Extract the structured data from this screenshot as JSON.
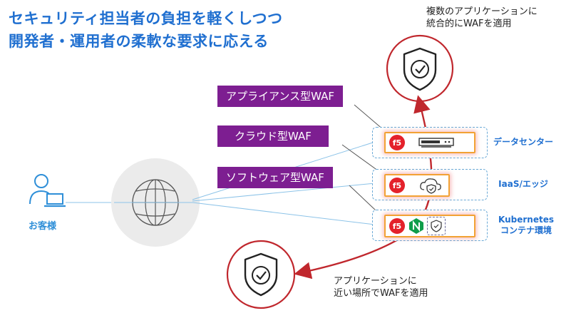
{
  "headline": {
    "line1": "セキュリティ担当者の負担を軽くしつつ",
    "line2": "開発者・運用者の柔軟な要求に応える"
  },
  "notes": {
    "top": [
      "複数のアプリケーションに",
      "統合的にWAFを適用"
    ],
    "bottom": [
      "アプリケーションに",
      "近い場所でWAFを適用"
    ]
  },
  "waf_types": [
    "アプライアンス型WAF",
    "クラウド型WAF",
    "ソフトウェア型WAF"
  ],
  "environments": [
    {
      "label": [
        "データセンター"
      ]
    },
    {
      "label": [
        "IaaS/エッジ"
      ]
    },
    {
      "label": [
        "Kubernetes",
        "コンテナ環境"
      ]
    }
  ],
  "customer": {
    "label": "お客様"
  },
  "colors": {
    "headline": "#1f6fd0",
    "tag_bg": "#7d1e91",
    "red": "#c0272d",
    "orange": "#f2a234",
    "dashed_blue": "#6aa9d6",
    "nginx_green": "#0f9d4b"
  },
  "icons": [
    "shield-check-icon",
    "globe-icon",
    "user-laptop-icon",
    "f5-logo-icon",
    "server-icon",
    "cloud-shield-icon",
    "nginx-icon"
  ]
}
